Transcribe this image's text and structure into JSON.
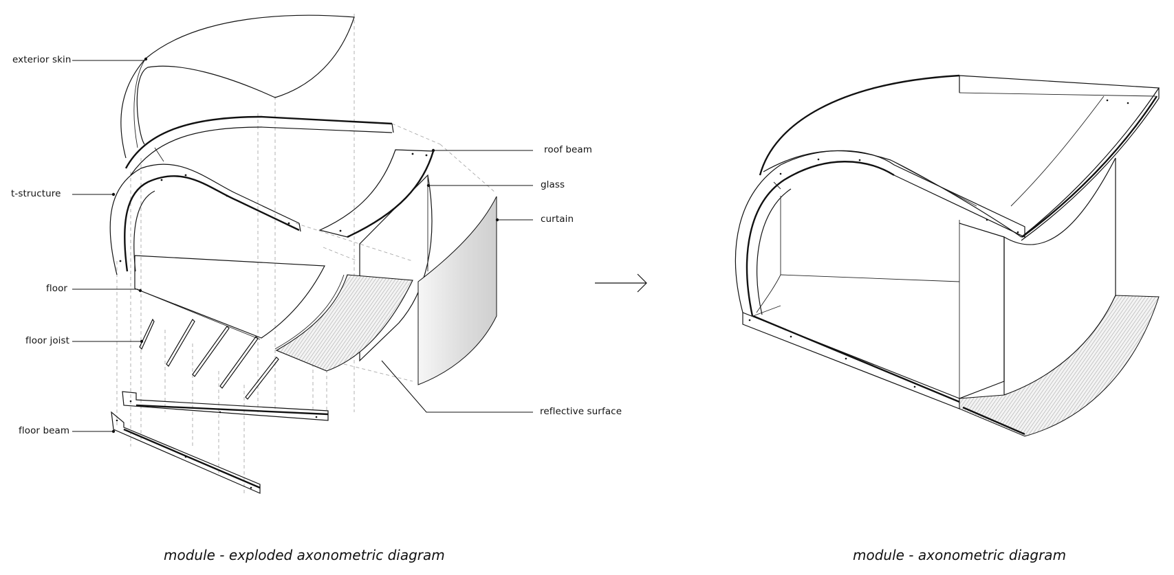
{
  "exploded_diagram": {
    "caption": "module - exploded axonometric diagram",
    "labels": {
      "exterior_skin": "exterior skin",
      "t_structure": "t-structure",
      "floor": "floor",
      "floor_joist": "floor joist",
      "floor_beam": "floor beam",
      "roof_beam": "roof beam",
      "glass": "glass",
      "curtain": "curtain",
      "reflective_surface": "reflective surface"
    }
  },
  "assembled_diagram": {
    "caption": "module - axonometric diagram"
  },
  "transition_arrow": "→"
}
